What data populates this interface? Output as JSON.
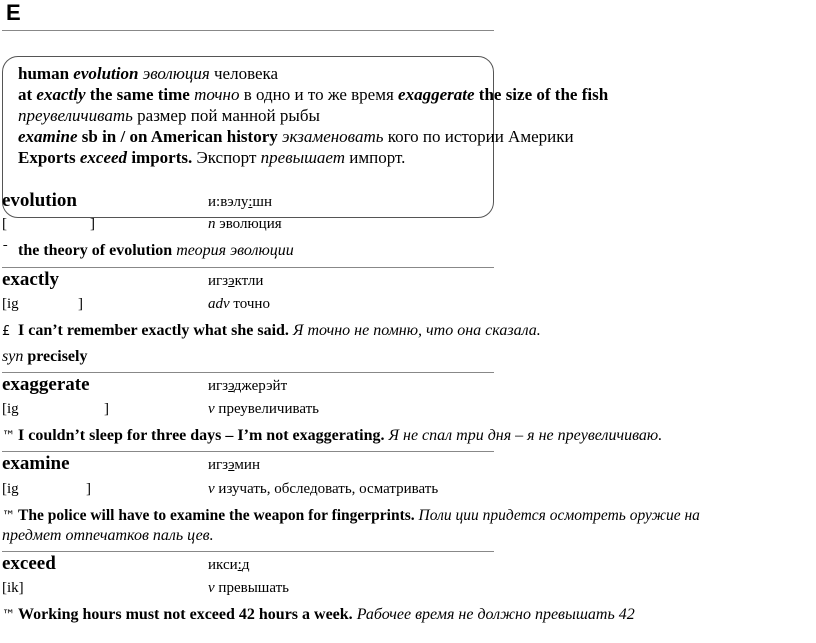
{
  "section_letter": "E",
  "box": {
    "l1": {
      "a": "human ",
      "b": "evolution",
      "c": " эволюция",
      "d": " человека"
    },
    "l2": {
      "a": "at ",
      "b": "exactly",
      "c": " the same time ",
      "d": "точно",
      "e": " в одно и то же время ",
      "f": "exaggerate",
      "g": " the size of the fish"
    },
    "l3": {
      "a": "преувеличивать",
      "b": " размер пой манной рыбы"
    },
    "l4": {
      "a": "examine",
      "b": " sb in / on American history ",
      "c": "экзаменовать",
      "d": " кого по истории Америки"
    },
    "l5": {
      "a": "Exports ",
      "b": "exceed",
      "c": " imports.",
      "d": " Экспорт ",
      "e": "превышает",
      "f": " импорт."
    }
  },
  "entries": {
    "evolution": {
      "word": "evolution",
      "trans_pre": "и:вэлу",
      "trans_ul": ":",
      "trans_post": "шн",
      "ipa_open": "[",
      "ipa_close": "]",
      "pos": "n",
      "meaning": " эволюция",
      "bullet": "ˉ",
      "ex_en": "the theory of evolution",
      "ex_ru": " теория эволюции"
    },
    "exactly": {
      "word": "exactly",
      "trans_pre": "игз",
      "trans_ul": "э",
      "trans_post": "ктли",
      "ipa_open": "[ig",
      "ipa_close": "]",
      "pos": "adv",
      "meaning": " точно",
      "bullet": "£",
      "ex_en": "I can’t remember exactly what she said.",
      "ex_ru": " Я точно не помню, что она сказала.",
      "syn_label": "syn",
      "syn_word": " precisely"
    },
    "exaggerate": {
      "word": "exaggerate",
      "trans_pre": "игз",
      "trans_ul": "э",
      "trans_post": "джерэйт",
      "ipa_open": "[ig",
      "ipa_close": "]",
      "pos": "v",
      "meaning": " преувеличивать",
      "bullet": "™",
      "ex_en": "I couldn’t sleep for three days – I’m not exaggerating.",
      "ex_ru": " Я не спал три дня – я не преувеличиваю."
    },
    "examine": {
      "word": "examine",
      "trans_pre": "игз",
      "trans_ul": "э",
      "trans_post": "мин",
      "ipa_open": "[ig",
      "ipa_close": "]",
      "pos": "v",
      "meaning": " изучать, обследовать, осматривать",
      "bullet": "™",
      "ex_en": "The police will have to examine the weapon for fingerprints.",
      "ex_ru": " Поли ции придется осмотреть оружие на",
      "ex_ru2": "предмет отпечатков паль цев."
    },
    "exceed": {
      "word": "exceed",
      "trans_pre": "икси",
      "trans_ul": ":",
      "trans_post": "д",
      "ipa_open": "[ik]",
      "ipa_close": "",
      "pos": "v",
      "meaning": " превышать",
      "bullet": "™",
      "ex_en": "Working hours must not exceed 42 hours a week.",
      "ex_ru": " Рабочее время не должно превышать 42"
    }
  }
}
